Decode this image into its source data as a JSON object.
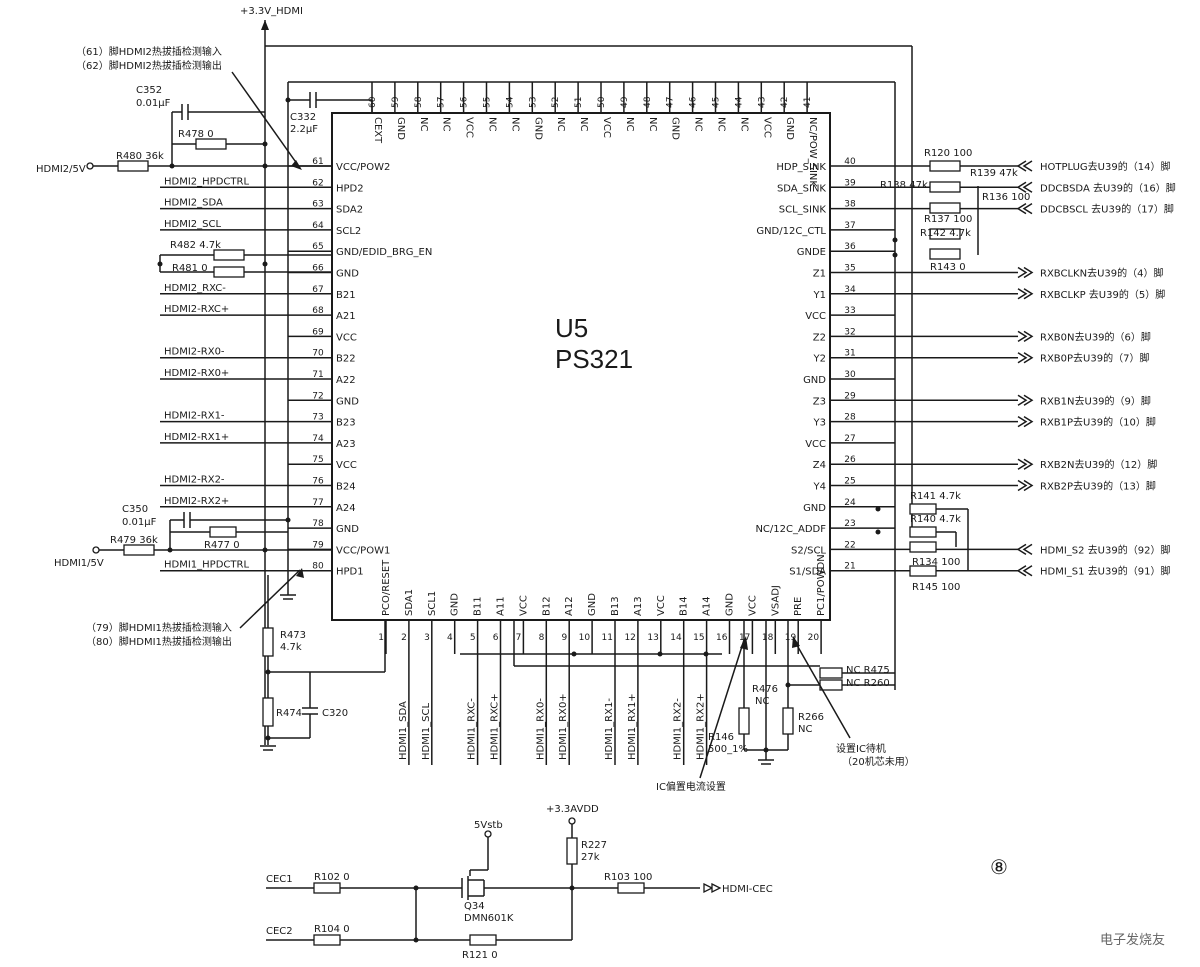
{
  "chip": {
    "ref": "U5",
    "part": "PS321"
  },
  "power_rail": "+3.3V_HDMI",
  "left_pins": [
    {
      "n": "61",
      "name": "VCC/POW2"
    },
    {
      "n": "62",
      "name": "HPD2"
    },
    {
      "n": "63",
      "name": "SDA2"
    },
    {
      "n": "64",
      "name": "SCL2"
    },
    {
      "n": "65",
      "name": "GND/EDID_BRG_EN"
    },
    {
      "n": "66",
      "name": "GND"
    },
    {
      "n": "67",
      "name": "B21"
    },
    {
      "n": "68",
      "name": "A21"
    },
    {
      "n": "69",
      "name": "VCC"
    },
    {
      "n": "70",
      "name": "B22"
    },
    {
      "n": "71",
      "name": "A22"
    },
    {
      "n": "72",
      "name": "GND"
    },
    {
      "n": "73",
      "name": "B23"
    },
    {
      "n": "74",
      "name": "A23"
    },
    {
      "n": "75",
      "name": "VCC"
    },
    {
      "n": "76",
      "name": "B24"
    },
    {
      "n": "77",
      "name": "A24"
    },
    {
      "n": "78",
      "name": "GND"
    },
    {
      "n": "79",
      "name": "VCC/POW1"
    },
    {
      "n": "80",
      "name": "HPD1"
    }
  ],
  "right_pins": [
    {
      "n": "40",
      "name": "HDP_SINK"
    },
    {
      "n": "39",
      "name": "SDA_SINK"
    },
    {
      "n": "38",
      "name": "SCL_SINK"
    },
    {
      "n": "37",
      "name": "GND/12C_CTL"
    },
    {
      "n": "36",
      "name": "GNDE"
    },
    {
      "n": "35",
      "name": "Z1"
    },
    {
      "n": "34",
      "name": "Y1"
    },
    {
      "n": "33",
      "name": "VCC"
    },
    {
      "n": "32",
      "name": "Z2"
    },
    {
      "n": "31",
      "name": "Y2"
    },
    {
      "n": "30",
      "name": "GND"
    },
    {
      "n": "29",
      "name": "Z3"
    },
    {
      "n": "28",
      "name": "Y3"
    },
    {
      "n": "27",
      "name": "VCC"
    },
    {
      "n": "26",
      "name": "Z4"
    },
    {
      "n": "25",
      "name": "Y4"
    },
    {
      "n": "24",
      "name": "GND"
    },
    {
      "n": "23",
      "name": "NC/12C_ADDF"
    },
    {
      "n": "22",
      "name": "S2/SCL"
    },
    {
      "n": "21",
      "name": "S1/SDA"
    }
  ],
  "top_pins": [
    {
      "n": "60",
      "name": "CEXT"
    },
    {
      "n": "59",
      "name": "GND"
    },
    {
      "n": "58",
      "name": "NC"
    },
    {
      "n": "57",
      "name": "NC"
    },
    {
      "n": "56",
      "name": "VCC"
    },
    {
      "n": "55",
      "name": "NC"
    },
    {
      "n": "54",
      "name": "NC"
    },
    {
      "n": "53",
      "name": "GND"
    },
    {
      "n": "52",
      "name": "NC"
    },
    {
      "n": "51",
      "name": "NC"
    },
    {
      "n": "50",
      "name": "VCC"
    },
    {
      "n": "49",
      "name": "NC"
    },
    {
      "n": "48",
      "name": "NC"
    },
    {
      "n": "47",
      "name": "GND"
    },
    {
      "n": "46",
      "name": "NC"
    },
    {
      "n": "45",
      "name": "NC"
    },
    {
      "n": "44",
      "name": "NC"
    },
    {
      "n": "43",
      "name": "VCC"
    },
    {
      "n": "42",
      "name": "GND"
    },
    {
      "n": "41",
      "name": "NC/POW_SINK"
    }
  ],
  "bottom_pins": [
    {
      "n": "1",
      "name": "PCO/RESET"
    },
    {
      "n": "2",
      "name": "SDA1"
    },
    {
      "n": "3",
      "name": "SCL1"
    },
    {
      "n": "4",
      "name": "GND"
    },
    {
      "n": "5",
      "name": "B11"
    },
    {
      "n": "6",
      "name": "A11"
    },
    {
      "n": "7",
      "name": "VCC"
    },
    {
      "n": "8",
      "name": "B12"
    },
    {
      "n": "9",
      "name": "A12"
    },
    {
      "n": "10",
      "name": "GND"
    },
    {
      "n": "11",
      "name": "B13"
    },
    {
      "n": "12",
      "name": "A13"
    },
    {
      "n": "13",
      "name": "VCC"
    },
    {
      "n": "14",
      "name": "B14"
    },
    {
      "n": "15",
      "name": "A14"
    },
    {
      "n": "16",
      "name": "GND"
    },
    {
      "n": "17",
      "name": "VCC"
    },
    {
      "n": "18",
      "name": "VSADJ"
    },
    {
      "n": "19",
      "name": "PRE"
    },
    {
      "n": "20",
      "name": "PC1/POWDN"
    }
  ],
  "left_nets": [
    {
      "pin": "62",
      "label": "HDMI2_HPDCTRL"
    },
    {
      "pin": "63",
      "label": "HDMI2_SDA"
    },
    {
      "pin": "64",
      "label": "HDMI2_SCL"
    },
    {
      "pin": "67",
      "label": "HDMI2_RXC-"
    },
    {
      "pin": "68",
      "label": "HDMI2-RXC+"
    },
    {
      "pin": "70",
      "label": "HDMI2-RX0-"
    },
    {
      "pin": "71",
      "label": "HDMI2-RX0+"
    },
    {
      "pin": "73",
      "label": "HDMI2-RX1-"
    },
    {
      "pin": "74",
      "label": "HDMI2-RX1+"
    },
    {
      "pin": "76",
      "label": "HDMI2-RX2-"
    },
    {
      "pin": "77",
      "label": "HDMI2-RX2+"
    },
    {
      "pin": "80",
      "label": "HDMI1_HPDCTRL"
    }
  ],
  "right_outputs": [
    {
      "pin": "40",
      "label": "HOTPLUG去U39的（14）脚"
    },
    {
      "pin": "39",
      "label": "DDCBSDA 去U39的（16）脚"
    },
    {
      "pin": "38",
      "label": "DDCBSCL 去U39的（17）脚"
    },
    {
      "pin": "35",
      "label": "RXBCLKN去U39的（4）脚"
    },
    {
      "pin": "34",
      "label": "RXBCLKP 去U39的（5）脚"
    },
    {
      "pin": "32",
      "label": "RXB0N去U39的（6）脚"
    },
    {
      "pin": "31",
      "label": "RXB0P去U39的（7）脚"
    },
    {
      "pin": "29",
      "label": "RXB1N去U39的（9）脚"
    },
    {
      "pin": "28",
      "label": "RXB1P去U39的（10）脚"
    },
    {
      "pin": "26",
      "label": "RXB2N去U39的（12）脚"
    },
    {
      "pin": "25",
      "label": "RXB2P去U39的（13）脚"
    },
    {
      "pin": "22",
      "label": "HDMI_S2 去U39的（92）脚"
    },
    {
      "pin": "21",
      "label": "HDMI_S1 去U39的（91）脚"
    }
  ],
  "bottom_nets": [
    {
      "pin": "2",
      "label": "HDMI1_SDA"
    },
    {
      "pin": "3",
      "label": "HDMI1_SCL"
    },
    {
      "pin": "5",
      "label": "HDMI1_RXC-"
    },
    {
      "pin": "6",
      "label": "HDMI1_RXC+"
    },
    {
      "pin": "8",
      "label": "HDMI1_RX0-"
    },
    {
      "pin": "9",
      "label": "HDMI1_RX0+"
    },
    {
      "pin": "11",
      "label": "HDMI1_RX1-"
    },
    {
      "pin": "12",
      "label": "HDMI1_RX1+"
    },
    {
      "pin": "14",
      "label": "HDMI1_RX2-"
    },
    {
      "pin": "15",
      "label": "HDMI1_RX2+"
    }
  ],
  "inputs": {
    "hdmi2_5v": "HDMI2/5V",
    "hdmi1_5v": "HDMI1/5V"
  },
  "components": {
    "c352": "C352",
    "c352_val": "0.01μF",
    "r478": "R478  0",
    "r480": "R480  36k",
    "c332": "C332",
    "c332_val": "2.2μF",
    "r482": "R482  4.7k",
    "r481": "R481  0",
    "c350": "C350",
    "c350_val": "0.01μF",
    "r479": "R479  36k",
    "r477": "R477  0",
    "r473": "R473",
    "r473_val": "4.7k",
    "r474": "R474",
    "c320": "C320",
    "r120": "R120  100",
    "r139": "R139  47k",
    "r138": "R138  47k",
    "r136": "R136  100",
    "r137": "R137  100",
    "r142": "R142  4.7k",
    "r143": "R143  0",
    "r141": "R141  4.7k",
    "r140": "R140  4.7k",
    "r134": "R134  100",
    "r145": "R145  100",
    "r475": "NC  R475",
    "r260": "NC  R260",
    "r476": "R476",
    "r476_val": "NC",
    "r266": "R266",
    "r266_val": "NC",
    "r146": "R146",
    "r146_val": "500_1%"
  },
  "annotations": {
    "hdmi2_hotplug_in": "（61）脚HDMI2热拔插检测输入",
    "hdmi2_hotplug_out": "（62）脚HDMI2热拔插检测输出",
    "hdmi1_hotplug_in": "（79）脚HDMI1热拔插检测输入",
    "hdmi1_hotplug_out": "（80）脚HDMI1热拔插检测输出",
    "bias_setting": "IC偏置电流设置",
    "standby_1": "设置IC待机",
    "standby_2": "（20机芯未用）"
  },
  "cec": {
    "supply_5v": "5Vstb",
    "supply_33": "+3.3AVDD",
    "cec1": "CEC1",
    "cec2": "CEC2",
    "r102": "R102  0",
    "r104": "R104  0",
    "r121": "R121  0",
    "r227": "R227",
    "r227_val": "27k",
    "r103": "R103  100",
    "q34": "Q34",
    "q34_part": "DMN601K",
    "hdmi_cec": "HDMI-CEC"
  },
  "page_mark": "⑧",
  "watermark": "电子发烧友"
}
